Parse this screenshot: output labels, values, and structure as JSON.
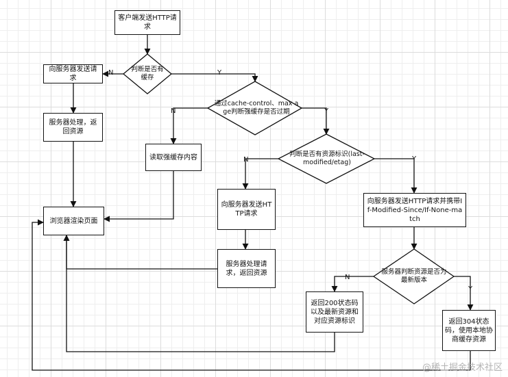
{
  "nodes": {
    "start": "客户端发送HTTP请求",
    "d_cache": "判断是否有缓存",
    "req_server_a": "向服务器发送请求",
    "server_proc_a": "服务器处理，返回资源",
    "browser_render": "浏览器渲染页面",
    "d_expired": "通过cache-control、max age判断强缓存是否过期",
    "read_strong": "读取强缓存内容",
    "d_identifier": "判断是否有资源标识(last-modified/etag)",
    "req_server_b": "向服务器发送HTTP请求",
    "server_proc_b": "服务器处理请求，返回资源",
    "req_with_headers": "向服务器发送HTTP请求并携带If-Modified-Since/If-None-match",
    "d_latest": "服务器判断资源是否为最新版本",
    "return_200": "返回200状态码以及最新资源和对应资源标识",
    "return_304": "返回304状态码，使用本地协商缓存资源"
  },
  "labels": {
    "no": "N",
    "yes": "Y"
  },
  "watermark": "@稀土掘金技术社区"
}
